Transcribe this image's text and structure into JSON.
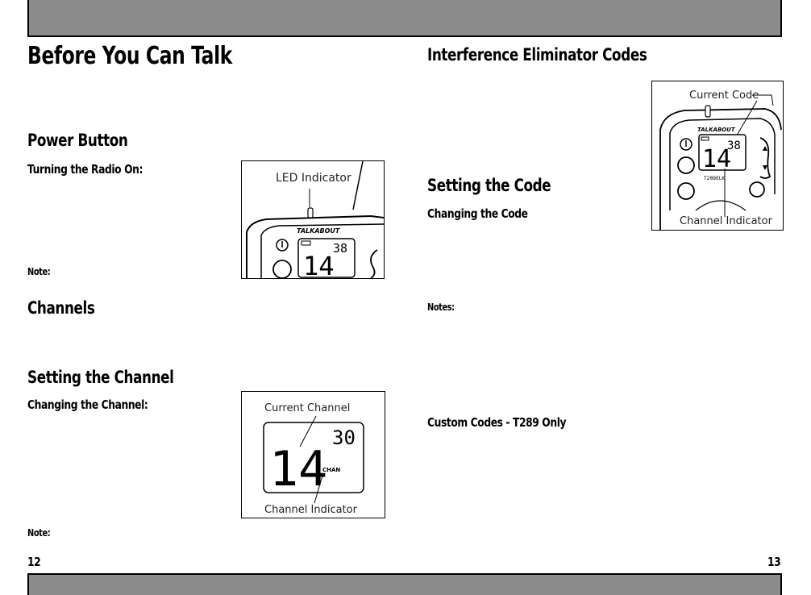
{
  "left_page": {
    "title": "Before You Can Talk",
    "power_heading": "Power Button",
    "power_sub": "Turning the Radio On:",
    "note_1": "Note:",
    "channels_heading": "Channels",
    "setting_channel_heading": "Setting the Channel",
    "changing_channel_sub": "Changing the Channel:",
    "note_2": "Note:",
    "page_number": "12"
  },
  "right_page": {
    "title": "Interference Eliminator Codes",
    "setting_code_heading": "Setting the Code",
    "changing_code_sub": "Changing the Code",
    "notes": "Notes:",
    "custom_codes": "Custom Codes - T289 Only",
    "page_number": "13"
  },
  "figures": {
    "led": {
      "label": "LED Indicator",
      "brand": "TALKABOUT",
      "display_main": "14",
      "display_small": "38"
    },
    "channel": {
      "label_top": "Current Channel",
      "label_bottom": "Channel Indicator",
      "display_main": "14",
      "display_small": "30",
      "chan_tag": "CHAN"
    },
    "code": {
      "label_top": "Current Code",
      "label_bottom": "Channel Indicator",
      "brand": "TALKABOUT",
      "display_main": "14",
      "display_small": "38",
      "model": "T289ELK"
    }
  },
  "colors": {
    "bar_fill": "#8c8c8c",
    "text": "#000000"
  }
}
